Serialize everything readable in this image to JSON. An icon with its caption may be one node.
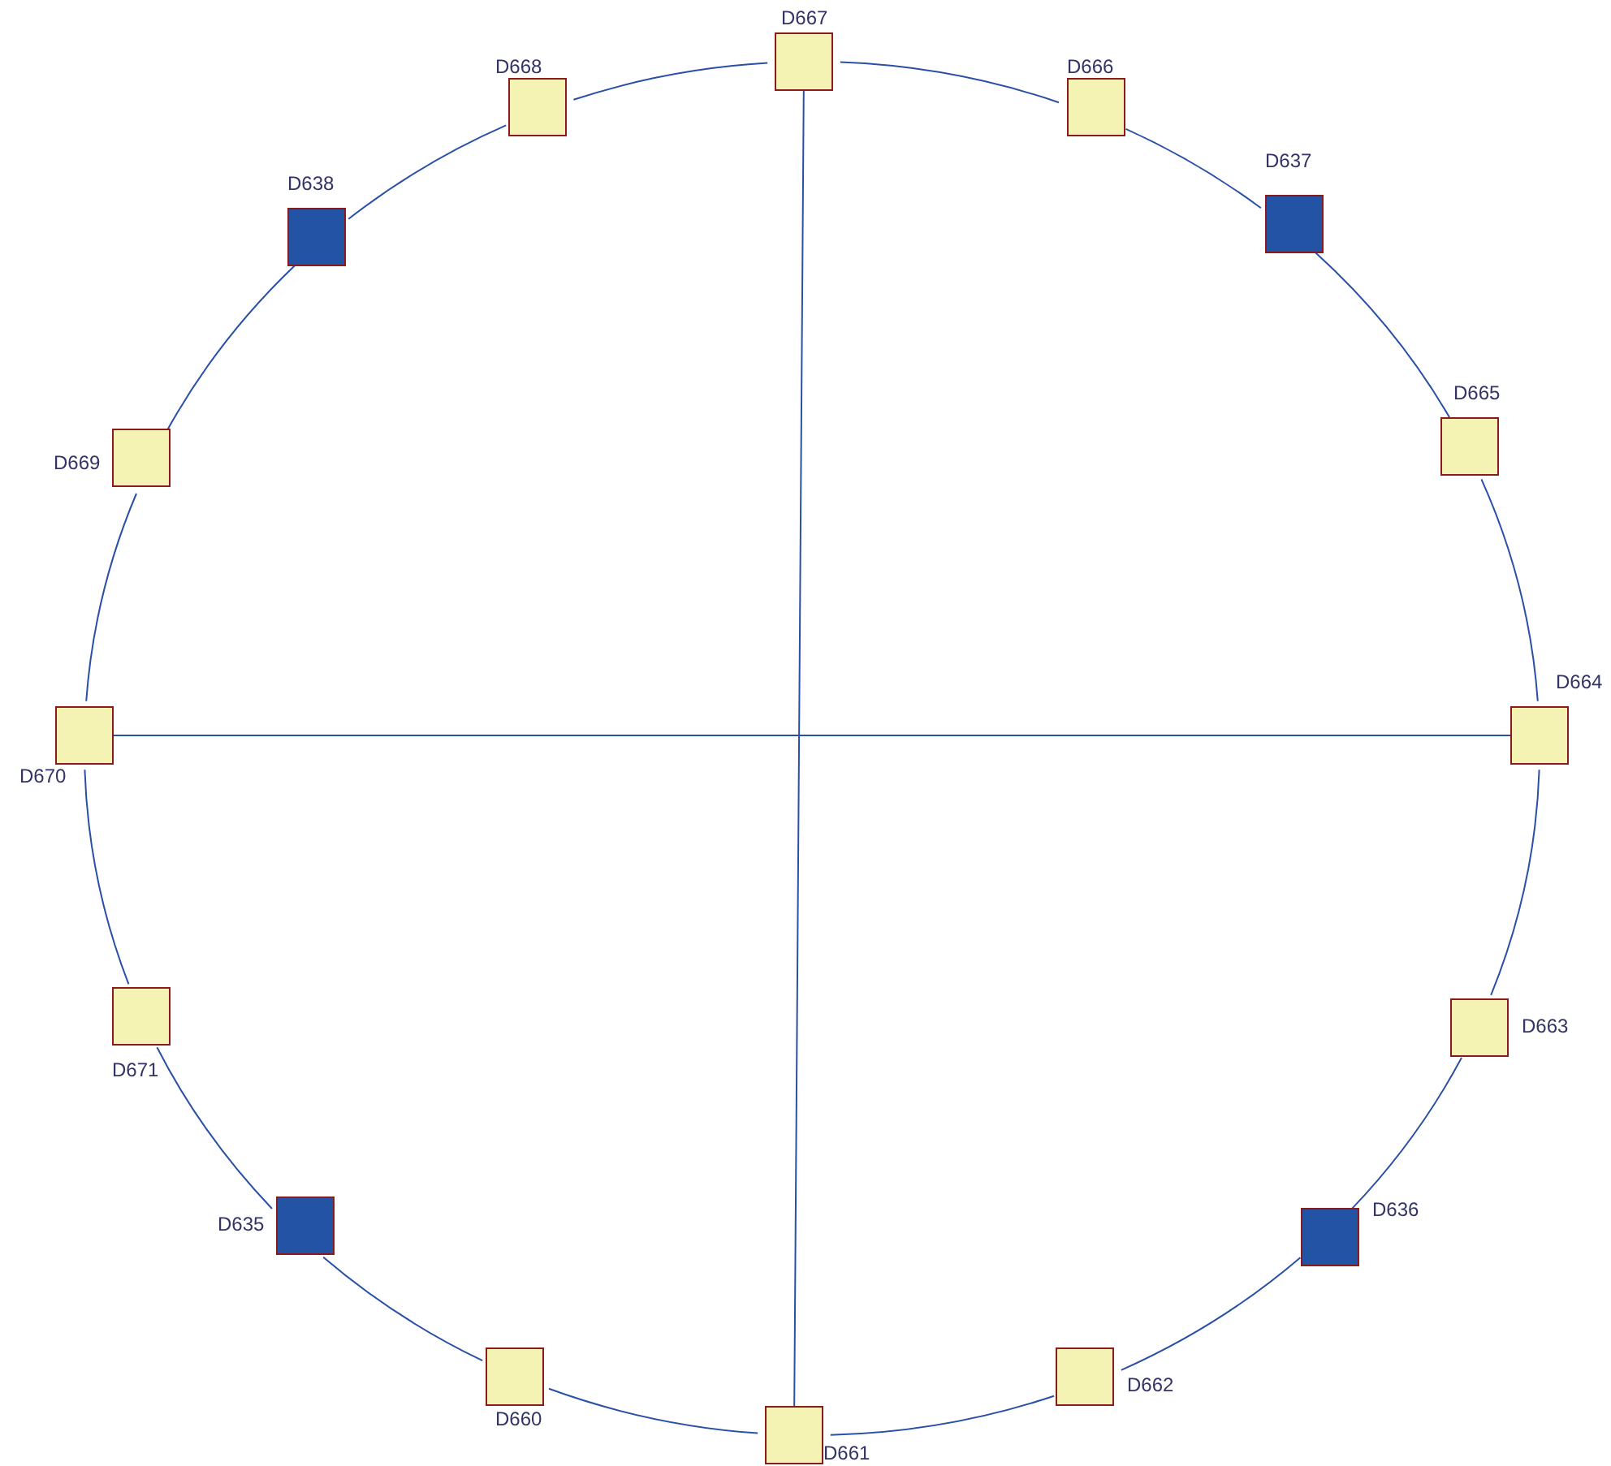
{
  "diagram": {
    "nodes": [
      {
        "text": [
          "D667"
        ]
      },
      {
        "text": [
          "D666"
        ]
      },
      {
        "text": [
          "D637"
        ]
      },
      {
        "text": [
          "D665"
        ]
      },
      {
        "text": [
          "D664"
        ]
      },
      {
        "text": [
          "D663"
        ]
      },
      {
        "text": [
          "D636"
        ]
      },
      {
        "text": [
          "D662"
        ]
      },
      {
        "text": [
          "D661"
        ]
      },
      {
        "text": [
          "D660"
        ]
      },
      {
        "text": [
          "D635"
        ]
      },
      {
        "text": [
          "D671"
        ]
      },
      {
        "text": [
          "D670"
        ]
      },
      {
        "text": [
          "D669"
        ]
      },
      {
        "text": [
          "D638"
        ]
      },
      {
        "text": [
          "D668"
        ]
      }
    ],
    "edges": [
      {
        "from": 0,
        "to": 1,
        "arrow": "none"
      },
      {
        "from": 1,
        "to": 2,
        "arrow": "none"
      },
      {
        "from": 2,
        "to": 3,
        "arrow": "none"
      },
      {
        "from": 3,
        "to": 4,
        "arrow": "none"
      },
      {
        "from": 4,
        "to": 5,
        "arrow": "none"
      },
      {
        "from": 5,
        "to": 6,
        "arrow": "none"
      },
      {
        "from": 6,
        "to": 7,
        "arrow": "none"
      },
      {
        "from": 7,
        "to": 8,
        "arrow": "none"
      },
      {
        "from": 8,
        "to": 9,
        "arrow": "none"
      },
      {
        "from": 9,
        "to": 10,
        "arrow": "none"
      },
      {
        "from": 10,
        "to": 11,
        "arrow": "none"
      },
      {
        "from": 11,
        "to": 12,
        "arrow": "none"
      },
      {
        "from": 12,
        "to": 13,
        "arrow": "none"
      },
      {
        "from": 13,
        "to": 14,
        "arrow": "none"
      },
      {
        "from": 14,
        "to": 15,
        "arrow": "none"
      },
      {
        "from": 15,
        "to": 0,
        "arrow": "none"
      },
      {
        "from": 0,
        "to": 8,
        "arrow": "none"
      },
      {
        "from": 12,
        "to": 4,
        "arrow": "none"
      }
    ]
  }
}
